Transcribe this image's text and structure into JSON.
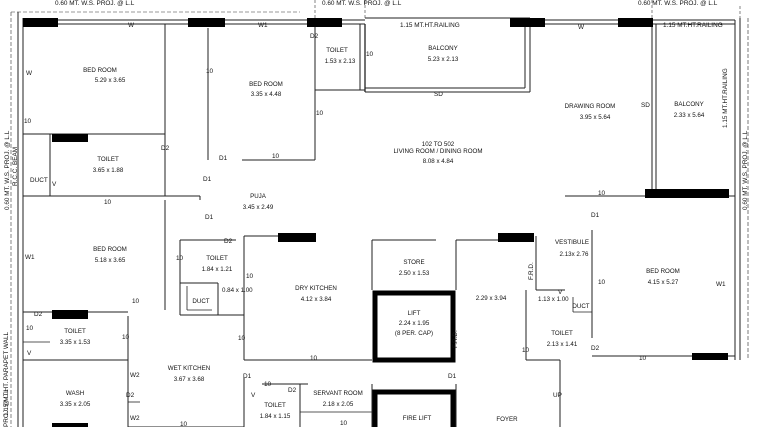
{
  "rooms": {
    "bed1": {
      "name": "BED ROOM",
      "dim": "5.29 x 3.65"
    },
    "bed2": {
      "name": "BED ROOM",
      "dim": "3.35 x 4.48"
    },
    "toilet1": {
      "name": "TOILET",
      "dim": "1.53 x 2.13"
    },
    "balcony1": {
      "name": "BALCONY",
      "dim": "5.23 x 2.13"
    },
    "drawing": {
      "name": "DRAWING ROOM",
      "dim": "3.95 x 5.64"
    },
    "balcony2": {
      "name": "BALCONY",
      "dim": "2.33 x 5.64"
    },
    "toilet2": {
      "name": "TOILET",
      "dim": "3.65 x 1.88"
    },
    "living": {
      "line1": "102 TO 502",
      "line2": "LIVING ROOM / DINING ROOM",
      "dim": "8.08 x 4.84"
    },
    "pluja": {
      "name": "PUJA",
      "dim": "3.45 x 2.49"
    },
    "bed3": {
      "name": "BED ROOM",
      "dim": "5.18 x 3.65"
    },
    "toilet3": {
      "name": "TOILET",
      "dim": "1.84 x 1.21"
    },
    "duct2": {
      "name": "DUCT",
      "dim": "0.84 x 1.00"
    },
    "dry": {
      "name": "DRY KITCHEN",
      "dim": "4.12 x 3.84"
    },
    "store": {
      "name": "STORE",
      "dim": "2.50 x 1.53"
    },
    "lift": {
      "name": "LIFT",
      "dim": "2.24 x 1.95",
      "cap": "(8 PER. CAP)"
    },
    "lobby": {
      "dim": "2.29 x 3.94"
    },
    "vestibule": {
      "name": "VESTIBULE",
      "dim": "2.13x 2.76"
    },
    "bed4": {
      "name": "BED ROOM",
      "dim": "4.15 x 5.27"
    },
    "duct3": {
      "name": "DUCT",
      "dim": "1.13 x 1.00"
    },
    "toilet5": {
      "name": "TOILET",
      "dim": "2.13 x 1.41"
    },
    "toilet4": {
      "name": "TOILET",
      "dim": "3.35 x 1.53"
    },
    "wet": {
      "name": "WET KITCHEN",
      "dim": "3.67 x 3.68"
    },
    "wash": {
      "name": "WASH",
      "dim": "3.35 x 2.05"
    },
    "toilet6": {
      "name": "TOILET",
      "dim": "1.84 x 1.15"
    },
    "servant": {
      "name": "SERVANT ROOM",
      "dim": "2.18 x 2.05"
    },
    "firelift": {
      "name": "FIRE LIFT"
    },
    "foyer": {
      "name": "FOYER"
    }
  },
  "top_notes": {
    "proj_left": "0.60 MT. W.S. PROJ. @ L.L",
    "proj_mid": "0.60 MT. W.S. PROJ. @ L.L",
    "proj_right": "0.60 MT. W.S. PROJ. @ L.L",
    "railing1": "1.15 MT.HT.RAILING",
    "railing2": "1.15 MT.HT.RAILING"
  },
  "side_notes": {
    "left_proj": "0.60 MT. W.S. PROJ. @ L.L",
    "rcc_beam": "R.C.C. BEAM",
    "duct": "DUCT",
    "parapet": "1.15 MT.HT. PARAPET WALL",
    "proj_ll": "PROJ. @ L.L",
    "right_railing": "1.15 MT.HT.RAILING",
    "right_proj": "0.60 MT. W.S. PROJ. @ L.L",
    "frd1": "F.R.D.",
    "frd2": "F.R.D."
  },
  "labels": {
    "w": "W",
    "w1": "W1",
    "w2": "W2",
    "d1": "D1",
    "d2": "D2",
    "v": "V",
    "sd": "SD",
    "up": "UP",
    "ten": "10"
  }
}
